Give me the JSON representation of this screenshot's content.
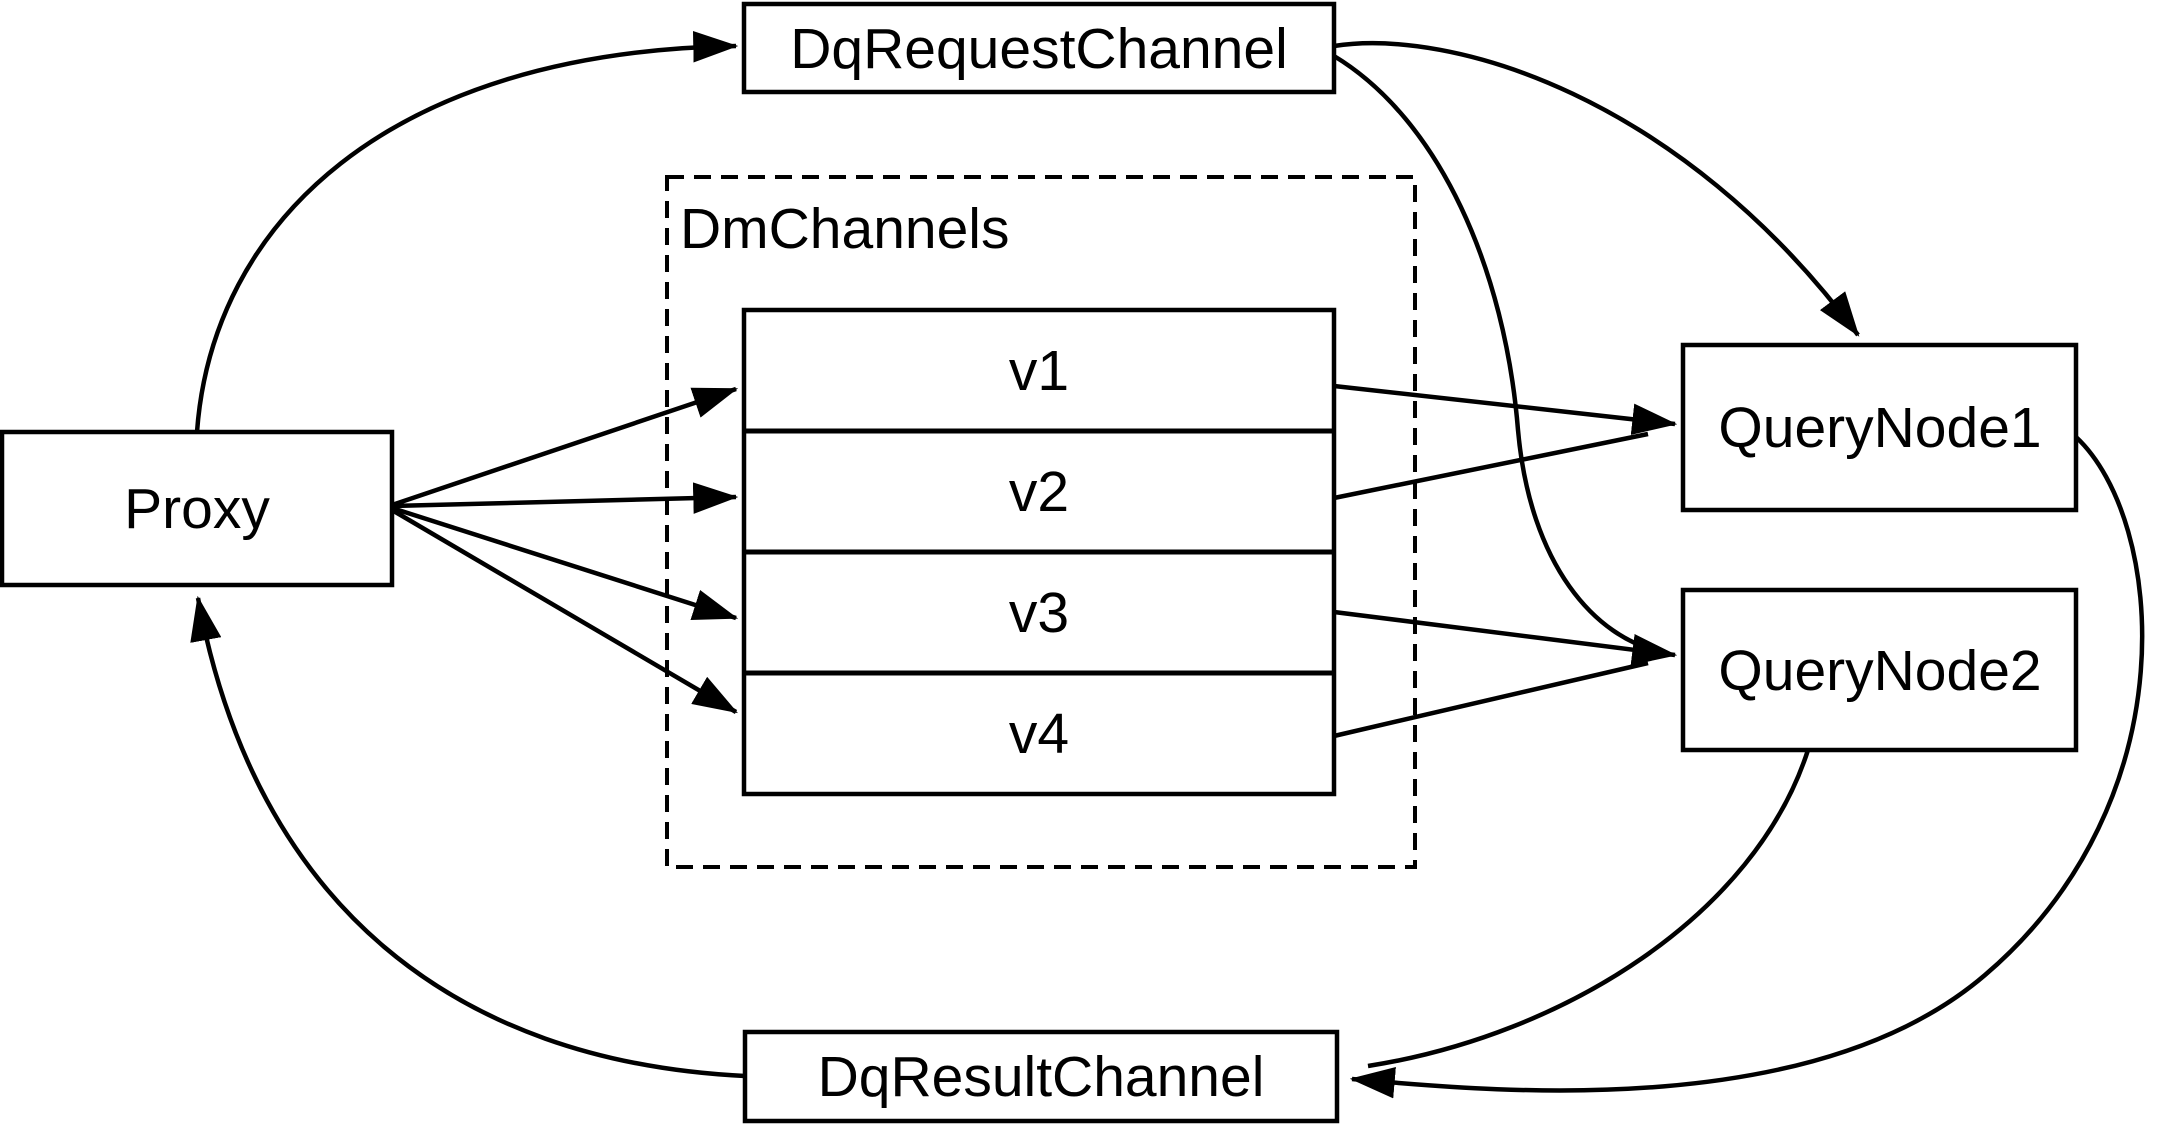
{
  "diagram": {
    "background_color": "#ffffff",
    "line_color": "#000000",
    "nodes": {
      "proxy": {
        "label": "Proxy"
      },
      "dq_request_channel": {
        "label": "DqRequestChannel"
      },
      "dm_channels": {
        "label": "DmChannels",
        "channels": [
          {
            "label": "v1"
          },
          {
            "label": "v2"
          },
          {
            "label": "v3"
          },
          {
            "label": "v4"
          }
        ]
      },
      "query_node_1": {
        "label": "QueryNode1"
      },
      "query_node_2": {
        "label": "QueryNode2"
      },
      "dq_result_channel": {
        "label": "DqResultChannel"
      }
    },
    "edges": [
      {
        "from": "Proxy",
        "to": "DqRequestChannel"
      },
      {
        "from": "Proxy",
        "to": "v1"
      },
      {
        "from": "Proxy",
        "to": "v2"
      },
      {
        "from": "Proxy",
        "to": "v3"
      },
      {
        "from": "Proxy",
        "to": "v4"
      },
      {
        "from": "v1",
        "to": "QueryNode1"
      },
      {
        "from": "v2",
        "to": "QueryNode1"
      },
      {
        "from": "v3",
        "to": "QueryNode2"
      },
      {
        "from": "v4",
        "to": "QueryNode2"
      },
      {
        "from": "DqRequestChannel",
        "to": "QueryNode1"
      },
      {
        "from": "DqRequestChannel",
        "to": "QueryNode2"
      },
      {
        "from": "QueryNode1",
        "to": "DqResultChannel"
      },
      {
        "from": "QueryNode2",
        "to": "DqResultChannel"
      },
      {
        "from": "DqResultChannel",
        "to": "Proxy"
      }
    ]
  }
}
